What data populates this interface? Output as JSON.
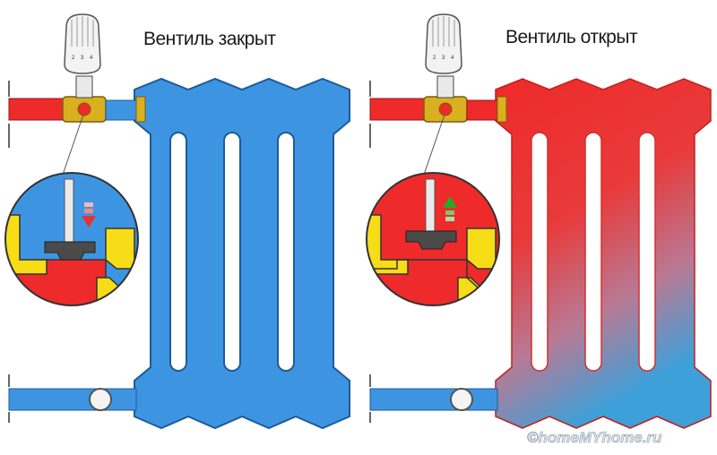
{
  "panels": {
    "left": {
      "title": "Вентиль закрыт"
    },
    "right": {
      "title": "Вентиль открыт"
    }
  },
  "thermostat_scale": [
    "2",
    "3",
    "4"
  ],
  "watermark": "©homeMYhome.ru",
  "colors": {
    "hot": "#ee2a2a",
    "cold": "#3d95e2",
    "outline": "#1f5a99",
    "valve_brass": "#d9b020",
    "stem_gray": "#444444"
  }
}
